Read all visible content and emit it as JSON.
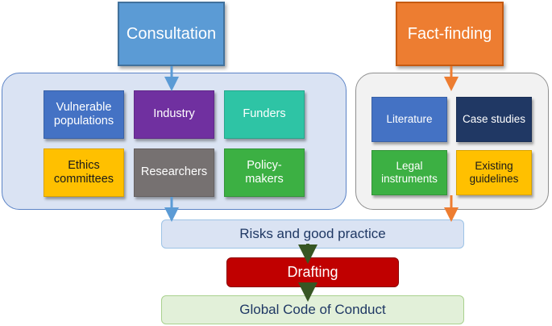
{
  "consultation": {
    "title": "Consultation",
    "items": [
      {
        "label": "Vulnerable\npopulations",
        "color": "#4472c4"
      },
      {
        "label": "Industry",
        "color": "#7030a0"
      },
      {
        "label": "Funders",
        "color": "#2ec4a5"
      },
      {
        "label": "Ethics\ncommittees",
        "color": "#ffc000"
      },
      {
        "label": "Researchers",
        "color": "#767171"
      },
      {
        "label": "Policy-\nmakers",
        "color": "#3cb043"
      }
    ]
  },
  "fact_finding": {
    "title": "Fact-finding",
    "items": [
      {
        "label": "Literature",
        "color": "#4472c4"
      },
      {
        "label": "Case studies",
        "color": "#203864"
      },
      {
        "label": "Legal\ninstruments",
        "color": "#3cb043"
      },
      {
        "label": "Existing\nguidelines",
        "color": "#ffc000"
      }
    ]
  },
  "flow": {
    "risks": "Risks and good practice",
    "drafting": "Drafting",
    "code": "Global Code of Conduct"
  },
  "colors": {
    "consultation_header": "#5b9bd5",
    "fact_finding_header": "#ed7d31",
    "consultation_panel": "#dae3f3",
    "fact_panel": "#f2f2f2",
    "risks_bar": "#dae3f3",
    "drafting_bar": "#c00000",
    "code_bar": "#e2f0d9",
    "arrow_blue": "#5b9bd5",
    "arrow_orange": "#ed7d31",
    "arrow_green": "#375623"
  }
}
